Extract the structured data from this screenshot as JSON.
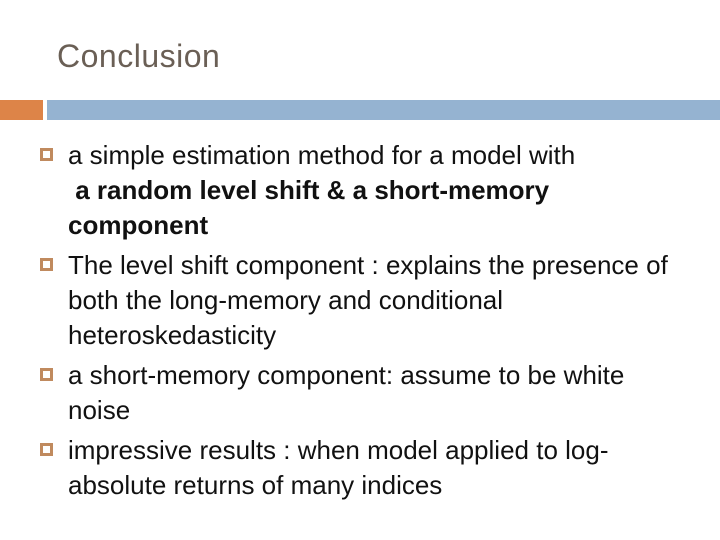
{
  "slide": {
    "title": "Conclusion",
    "colors": {
      "title": "#6A5F55",
      "accent_orange": "#DD8448",
      "accent_blue": "#95B3D1",
      "bullet_border": "#C08A5E",
      "body_text": "#111111",
      "background": "#FFFFFF"
    },
    "bullets": [
      {
        "lines": [
          {
            "text": "a simple estimation method for a model with",
            "bold": false
          },
          {
            "text": " a random level shift & a short-memory",
            "bold": true
          },
          {
            "text": "component",
            "bold": true
          }
        ]
      },
      {
        "lines": [
          {
            "text": "The level shift component : explains the presence of",
            "bold": false
          },
          {
            "text": "both the long-memory and conditional",
            "bold": false
          },
          {
            "text": "heteroskedasticity",
            "bold": false
          }
        ]
      },
      {
        "lines": [
          {
            "text": "a short-memory component: assume to be white",
            "bold": false
          },
          {
            "text": "noise",
            "bold": false
          }
        ]
      },
      {
        "lines": [
          {
            "text": "impressive results : when model applied to log-",
            "bold": false
          },
          {
            "text": "absolute returns of many indices",
            "bold": false
          }
        ]
      }
    ]
  }
}
